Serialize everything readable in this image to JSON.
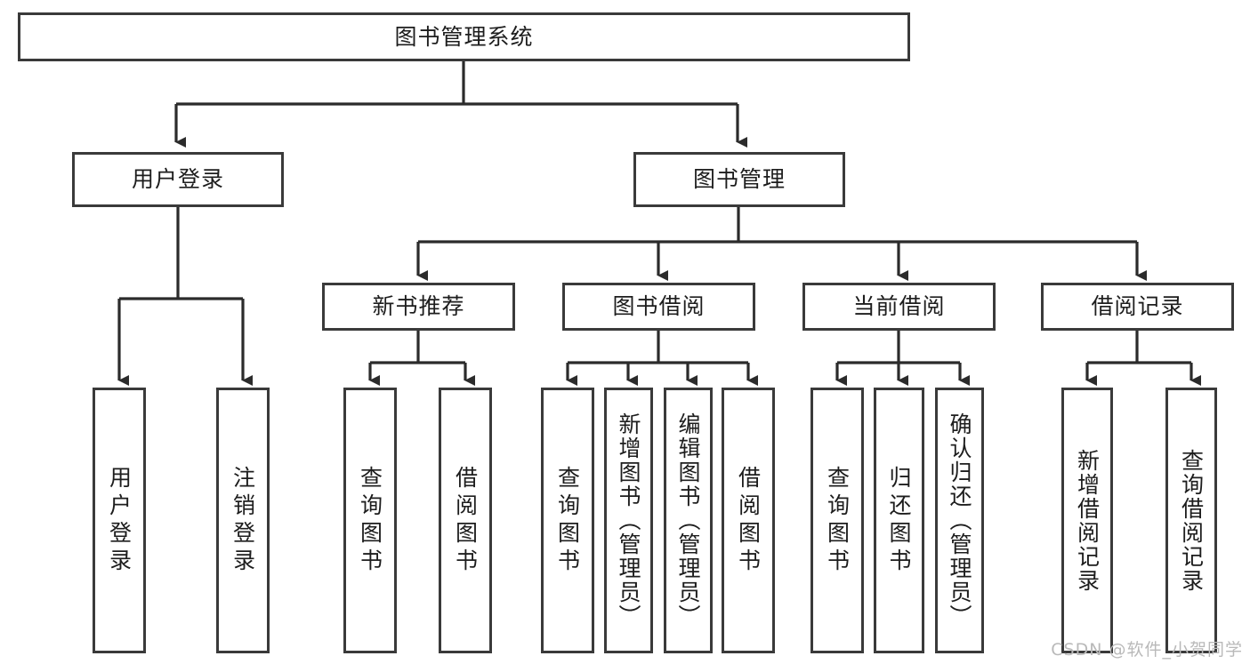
{
  "diagram": {
    "type": "tree-hierarchy",
    "title": "图书管理系统",
    "root": {
      "label": "图书管理系统"
    },
    "level1": [
      {
        "label": "用户登录"
      },
      {
        "label": "图书管理"
      }
    ],
    "level2": [
      {
        "label": "新书推荐"
      },
      {
        "label": "图书借阅"
      },
      {
        "label": "当前借阅"
      },
      {
        "label": "借阅记录"
      }
    ],
    "leaves": {
      "user_login": [
        {
          "label": "用户登录"
        },
        {
          "label": "注销登录"
        }
      ],
      "new_book_recommend": [
        {
          "label": "查询图书"
        },
        {
          "label": "借阅图书"
        }
      ],
      "book_borrow": [
        {
          "label": "查询图书"
        },
        {
          "label": "新增图书（管理员）"
        },
        {
          "label": "编辑图书（管理员）"
        },
        {
          "label": "借阅图书"
        }
      ],
      "current_borrow": [
        {
          "label": "查询图书"
        },
        {
          "label": "归还图书"
        },
        {
          "label": "确认归还（管理员）"
        }
      ],
      "borrow_record": [
        {
          "label": "新增借阅记录"
        },
        {
          "label": "查询借阅记录"
        }
      ]
    }
  },
  "watermark": {
    "text": "CSDN @软件_小贺同学"
  },
  "colors": {
    "border": "#3a3a3a",
    "background": "#ffffff",
    "text": "#1d1d1d",
    "watermark": "#b9b9b9"
  }
}
